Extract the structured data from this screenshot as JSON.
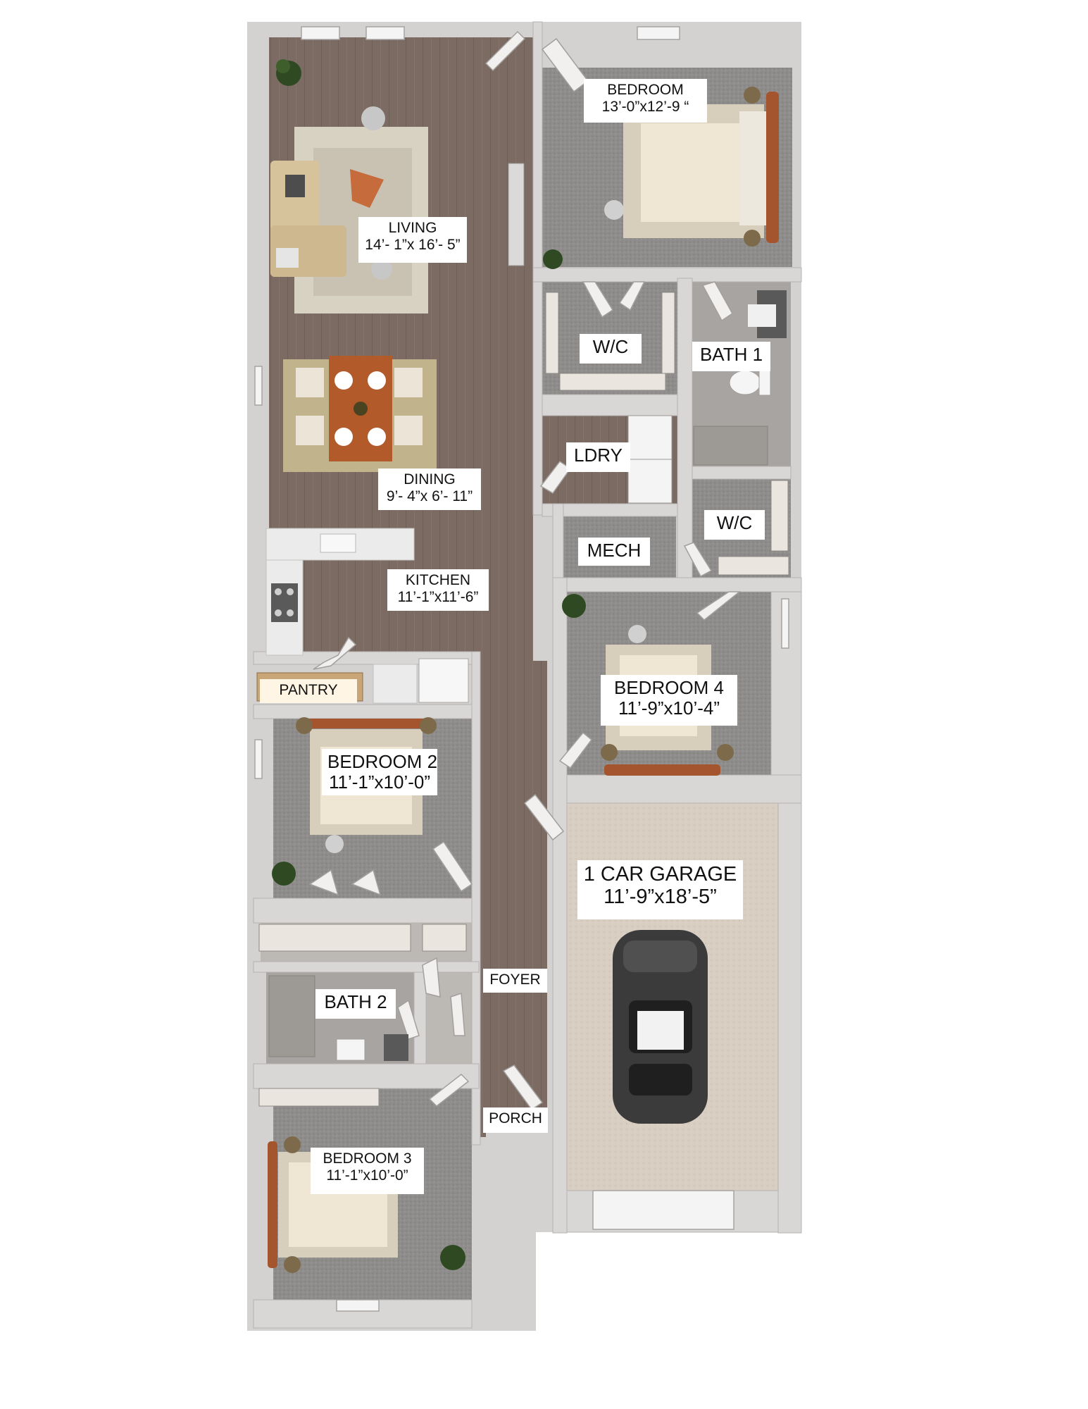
{
  "colors": {
    "wall": "#d9d7d6",
    "wall_shadow": "#9b9896",
    "wood_floor": "#7a6a62",
    "carpet": "#8d8b89",
    "garage_floor": "#d6ccc0",
    "tile": "#a39f9c",
    "bed": "#efe6d3",
    "headboard": "#a5552d",
    "plant": "#2f4a22",
    "car": "#3d3d3d",
    "label_bg": "#ffffff"
  },
  "rooms": {
    "bedroom": {
      "name": "BEDROOM",
      "size": "13’-0”x12’-9 “"
    },
    "living": {
      "name": "LIVING",
      "size": "14’- 1”x 16’- 5”"
    },
    "wc1": {
      "name": "W/C"
    },
    "bath1": {
      "name": "BATH 1"
    },
    "laundry": {
      "name": "LDRY"
    },
    "dining": {
      "name": "DINING",
      "size": "9’- 4”x 6’- 11”"
    },
    "mech": {
      "name": "MECH"
    },
    "wc2": {
      "name": "W/C"
    },
    "kitchen": {
      "name": "KITCHEN",
      "size": "11’-1”x11’-6”"
    },
    "pantry": {
      "name": "PANTRY"
    },
    "bedroom4": {
      "name": "BEDROOM 4",
      "size": "11’-9”x10’-4”"
    },
    "bedroom2": {
      "name": "BEDROOM 2",
      "size": "11’-1”x10’-0”"
    },
    "garage": {
      "name": "1 CAR GARAGE",
      "size": "11’-9”x18’-5”"
    },
    "foyer": {
      "name": "FOYER"
    },
    "bath2": {
      "name": "BATH 2"
    },
    "porch": {
      "name": "PORCH"
    },
    "bedroom3": {
      "name": "BEDROOM 3",
      "size": "11’-1”x10’-0”"
    }
  },
  "icons": [
    "plant-icon",
    "bed-icon",
    "car-icon",
    "sofa-icon",
    "dining-table-icon",
    "toilet-icon",
    "bathtub-icon",
    "washer-dryer-icon",
    "stove-icon",
    "sink-icon",
    "refrigerator-icon",
    "closet-rack-icon",
    "door-icon",
    "window-icon"
  ]
}
